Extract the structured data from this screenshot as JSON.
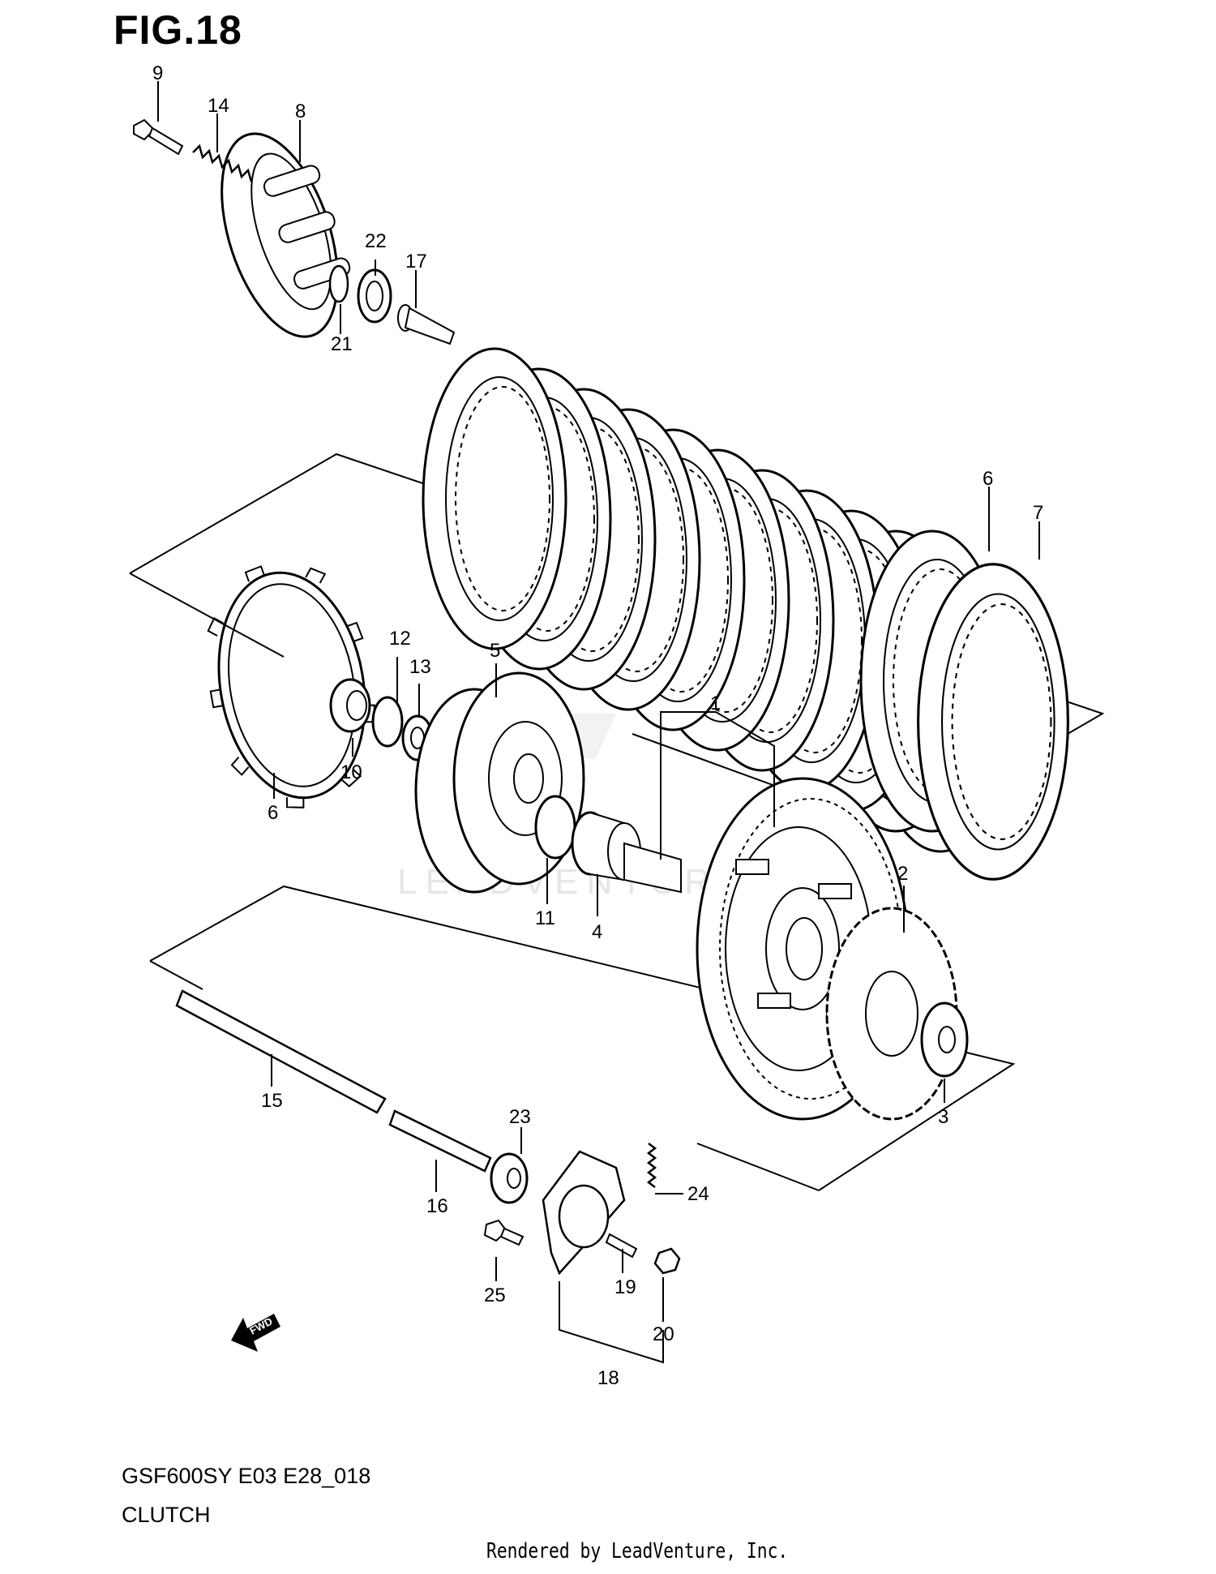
{
  "figure": {
    "title": "FIG.18"
  },
  "footer": {
    "model": "GSF600SY E03 E28_018",
    "section": "CLUTCH",
    "credit": "Rendered by LeadVenture, Inc."
  },
  "watermark": {
    "text": "LEADVENTURE"
  },
  "direction_marker": {
    "text": "FWD"
  },
  "callouts": [
    "1",
    "2",
    "3",
    "4",
    "5",
    "6",
    "7",
    "8",
    "9",
    "10",
    "11",
    "12",
    "13",
    "14",
    "15",
    "16",
    "17",
    "18",
    "19",
    "20",
    "21",
    "22",
    "23",
    "24",
    "25"
  ],
  "labels": {
    "p1": "1",
    "p2": "2",
    "p3": "3",
    "p4": "4",
    "p5": "5",
    "p6a": "6",
    "p6b": "6",
    "p7": "7",
    "p8": "8",
    "p9": "9",
    "p10": "10",
    "p11": "11",
    "p12": "12",
    "p13": "13",
    "p14": "14",
    "p15": "15",
    "p16": "16",
    "p17": "17",
    "p18": "18",
    "p19": "19",
    "p20": "20",
    "p21": "21",
    "p22": "22",
    "p23": "23",
    "p24": "24",
    "p25": "25"
  }
}
